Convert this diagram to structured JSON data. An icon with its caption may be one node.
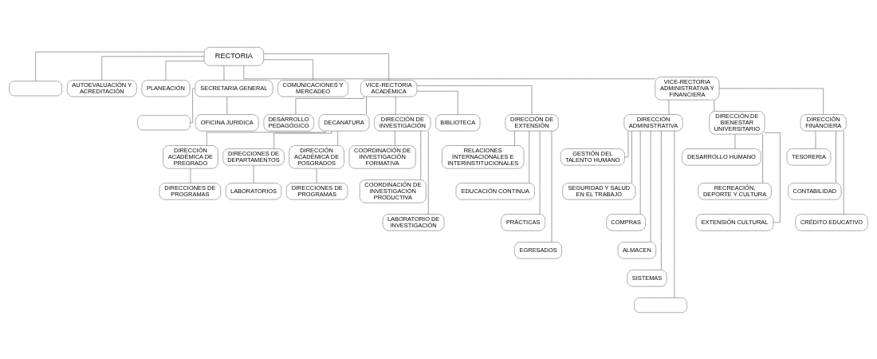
{
  "diagram": {
    "nodes": [
      {
        "text": [
          "RECTORIA"
        ]
      },
      {
        "text": [],
        "shape": "box"
      },
      {
        "text": [
          "AUTOEVALUACIÓN Y ACREDITACIÓN"
        ]
      },
      {
        "text": [
          "PLANEACIÓN"
        ]
      },
      {
        "text": [
          "SECRETARIA GENERAL"
        ]
      },
      {
        "text": [
          "COMUNICACIONES Y MERCADEO"
        ]
      },
      {
        "text": [],
        "shape": "box"
      },
      {
        "text": [
          "OFICINA JURIDICA"
        ]
      },
      {
        "text": [
          "VICE-RECTORIA ACADÉMICA"
        ]
      },
      {
        "text": [
          "VICE-RECTORIA ADMINISTRATIVA Y FINANCIERA"
        ]
      },
      {
        "text": [
          "DESARROLLO PEDAGÓGICO"
        ]
      },
      {
        "text": [
          "DECANATURA"
        ]
      },
      {
        "text": [
          "DIRECCIÓN ACADÉMICA DE PREGRADO"
        ]
      },
      {
        "text": [
          "DIRECCIONES DE DEPARTAMENTOS"
        ]
      },
      {
        "text": [
          "DIRECCIÓN ACADÉMICA DE POSGRADOS"
        ]
      },
      {
        "text": [
          "DIRECCIONES DE PROGRAMAS"
        ]
      },
      {
        "text": [
          "DIRECCIONES DE PROGRAMAS"
        ]
      },
      {
        "text": [
          "LABORATORIOS"
        ]
      },
      {
        "text": [
          "DIRECCIÓN DE INVESTIGACIÓN"
        ]
      },
      {
        "text": [
          "COORDINACIÓN DE INVESTIGACIÓN FORMATIVA"
        ]
      },
      {
        "text": [
          "COORDINACIÓN DE INVESTIGACIÓN PRODUCTIVA"
        ]
      },
      {
        "text": [
          "LABORATORIO DE INVESTIGACIÓN"
        ]
      },
      {
        "text": [
          "BIBLIOTECA"
        ]
      },
      {
        "text": [
          "DIRECCIÓN DE EXTENSIÓN"
        ]
      },
      {
        "text": [
          "RELACIONES INTERNACIONALES E INTERINSTITUCIONALES"
        ]
      },
      {
        "text": [
          "EDUCACIÓN CONTINUA"
        ]
      },
      {
        "text": [
          "PRÁCTICAS"
        ]
      },
      {
        "text": [
          "EGRESADOS"
        ]
      },
      {
        "text": [
          "DIRECCIÓN ADMINISTRATIVA"
        ]
      },
      {
        "text": [
          "GESTIÓN DEL TALENTO HUMANO"
        ]
      },
      {
        "text": [
          "SEGURIDAD Y SALUD EN EL TRABAJO"
        ]
      },
      {
        "text": [
          "COMPRAS"
        ]
      },
      {
        "text": [
          "ALMACEN"
        ]
      },
      {
        "text": [
          "SISTEMAS"
        ]
      },
      {
        "text": [],
        "shape": "box"
      },
      {
        "text": [
          "DIRECCIÓN DE BIENESTAR UNIVERSITARIO"
        ]
      },
      {
        "text": [
          "DESARROLLO HUMANO"
        ]
      },
      {
        "text": [
          "RECREACIÓN, DEPORTE Y CULTURA"
        ]
      },
      {
        "text": [
          "EXTENSIÓN CULTURAL"
        ]
      },
      {
        "text": [
          "DIRECCIÓN FINANCIERA"
        ]
      },
      {
        "text": [
          "TESORERIA"
        ]
      },
      {
        "text": [
          "CONTABILIDAD"
        ]
      },
      {
        "text": [
          "CRÉDITO EDUCATIVO"
        ]
      }
    ],
    "edges": [
      {
        "from": 0,
        "to": 1,
        "arrow": "none"
      },
      {
        "from": 0,
        "to": 2,
        "arrow": "none"
      },
      {
        "from": 0,
        "to": 3,
        "arrow": "none"
      },
      {
        "from": 0,
        "to": 4,
        "arrow": "none"
      },
      {
        "from": 0,
        "to": 5,
        "arrow": "none"
      },
      {
        "from": 4,
        "to": 6,
        "arrow": "none"
      },
      {
        "from": 4,
        "to": 7,
        "arrow": "none"
      },
      {
        "from": 0,
        "to": 8,
        "arrow": "none"
      },
      {
        "from": 0,
        "to": 9,
        "arrow": "none"
      },
      {
        "from": 8,
        "to": 10,
        "arrow": "none"
      },
      {
        "from": 8,
        "to": 11,
        "arrow": "none"
      },
      {
        "from": 8,
        "to": 18,
        "arrow": "none"
      },
      {
        "from": 8,
        "to": 22,
        "arrow": "none"
      },
      {
        "from": 8,
        "to": 23,
        "arrow": "none"
      },
      {
        "from": 11,
        "to": 12,
        "arrow": "none"
      },
      {
        "from": 11,
        "to": 13,
        "arrow": "none"
      },
      {
        "from": 11,
        "to": 14,
        "arrow": "none"
      },
      {
        "from": 12,
        "to": 15,
        "arrow": "none"
      },
      {
        "from": 14,
        "to": 16,
        "arrow": "none"
      },
      {
        "from": 13,
        "to": 17,
        "arrow": "none"
      },
      {
        "from": 18,
        "to": 19,
        "arrow": "none"
      },
      {
        "from": 18,
        "to": 20,
        "arrow": "none"
      },
      {
        "from": 18,
        "to": 21,
        "arrow": "none"
      },
      {
        "from": 23,
        "to": 24,
        "arrow": "none"
      },
      {
        "from": 23,
        "to": 25,
        "arrow": "none"
      },
      {
        "from": 23,
        "to": 26,
        "arrow": "none"
      },
      {
        "from": 23,
        "to": 27,
        "arrow": "none"
      },
      {
        "from": 9,
        "to": 28,
        "arrow": "none"
      },
      {
        "from": 9,
        "to": 35,
        "arrow": "none"
      },
      {
        "from": 9,
        "to": 39,
        "arrow": "none"
      },
      {
        "from": 28,
        "to": 29,
        "arrow": "none"
      },
      {
        "from": 28,
        "to": 30,
        "arrow": "none"
      },
      {
        "from": 28,
        "to": 31,
        "arrow": "none"
      },
      {
        "from": 28,
        "to": 32,
        "arrow": "none"
      },
      {
        "from": 28,
        "to": 33,
        "arrow": "none"
      },
      {
        "from": 28,
        "to": 34,
        "arrow": "none"
      },
      {
        "from": 35,
        "to": 36,
        "arrow": "none"
      },
      {
        "from": 35,
        "to": 37,
        "arrow": "none"
      },
      {
        "from": 35,
        "to": 38,
        "arrow": "none"
      },
      {
        "from": 39,
        "to": 40,
        "arrow": "none"
      },
      {
        "from": 39,
        "to": 41,
        "arrow": "none"
      },
      {
        "from": 39,
        "to": 42,
        "arrow": "none"
      }
    ]
  }
}
